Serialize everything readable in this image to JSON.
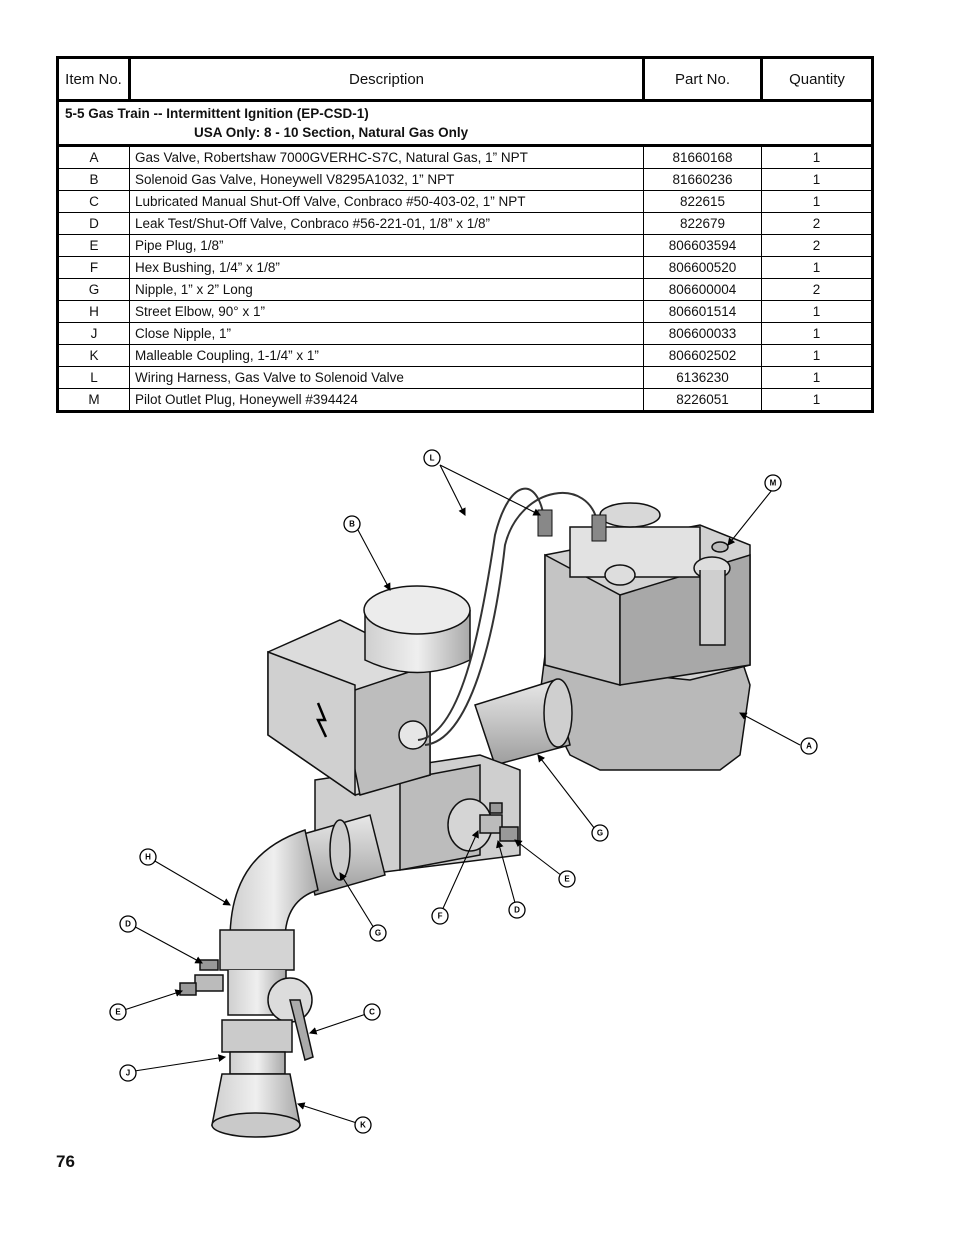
{
  "table": {
    "headers": {
      "item": "Item No.",
      "description": "Description",
      "part": "Part No.",
      "quantity": "Quantity"
    },
    "section_line1": "5-5  Gas Train -- Intermittent Ignition (EP-CSD-1)",
    "section_line2": "USA Only:  8 - 10 Section, Natural Gas Only",
    "rows": [
      {
        "item": "A",
        "description": "Gas Valve, Robertshaw 7000GVERHC-S7C, Natural Gas, 1” NPT",
        "part": "81660168",
        "qty": "1"
      },
      {
        "item": "B",
        "description": "Solenoid Gas Valve, Honeywell V8295A1032, 1” NPT",
        "part": "81660236",
        "qty": "1"
      },
      {
        "item": "C",
        "description": "Lubricated Manual Shut-Off Valve, Conbraco #50-403-02, 1” NPT",
        "part": "822615",
        "qty": "1"
      },
      {
        "item": "D",
        "description": "Leak Test/Shut-Off Valve, Conbraco #56-221-01, 1/8” x 1/8”",
        "part": "822679",
        "qty": "2"
      },
      {
        "item": "E",
        "description": "Pipe Plug, 1/8”",
        "part": "806603594",
        "qty": "2"
      },
      {
        "item": "F",
        "description": "Hex Bushing, 1/4” x 1/8”",
        "part": "806600520",
        "qty": "1"
      },
      {
        "item": "G",
        "description": "Nipple, 1” x 2” Long",
        "part": "806600004",
        "qty": "2"
      },
      {
        "item": "H",
        "description": "Street Elbow, 90° x 1”",
        "part": "806601514",
        "qty": "1"
      },
      {
        "item": "J",
        "description": "Close Nipple, 1”",
        "part": "806600033",
        "qty": "1"
      },
      {
        "item": "K",
        "description": "Malleable Coupling, 1-1/4” x 1”",
        "part": "806602502",
        "qty": "1"
      },
      {
        "item": "L",
        "description": "Wiring Harness, Gas Valve to Solenoid Valve",
        "part": "6136230",
        "qty": "1"
      },
      {
        "item": "M",
        "description": "Pilot Outlet Plug, Honeywell #394424",
        "part": "8226051",
        "qty": "1"
      }
    ]
  },
  "diagram": {
    "callouts": {
      "L": "L",
      "M": "M",
      "B": "B",
      "A": "A",
      "G1": "G",
      "G2": "G",
      "H": "H",
      "E1": "E",
      "F": "F",
      "D1": "D",
      "D2": "D",
      "E2": "E",
      "C": "C",
      "J": "J",
      "K": "K"
    }
  },
  "page_number": "76"
}
